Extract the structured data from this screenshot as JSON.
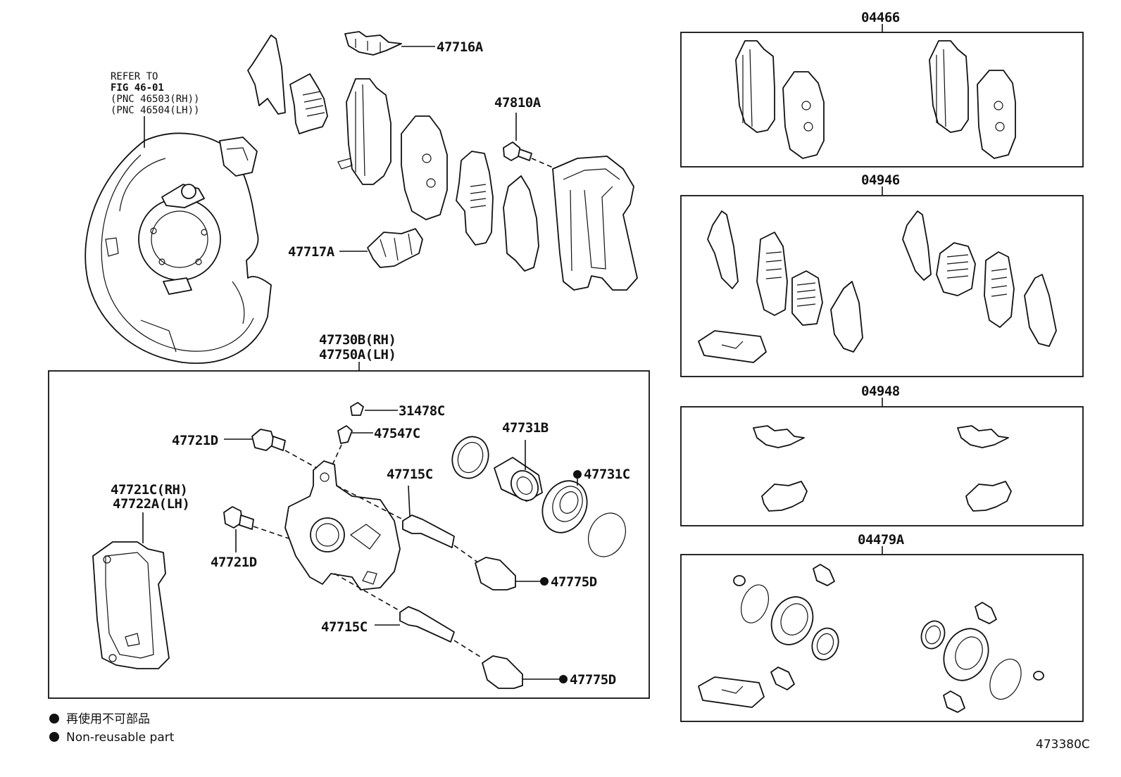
{
  "refer": {
    "line1": "REFER TO",
    "line2": "FIG 46-01",
    "line3": "(PNC 46503(RH))",
    "line4": "(PNC 46504(LH))"
  },
  "labels": {
    "p47716A": "47716A",
    "p47810A": "47810A",
    "p47717A": "47717A",
    "p47730B": "47730B(RH)",
    "p47750A": "47750A(LH)",
    "p31478C": "31478C",
    "p47547C": "47547C",
    "p47721D_top": "47721D",
    "p47731B": "47731B",
    "p47715C_top": "47715C",
    "p47731C": "47731C",
    "p47721C": "47721C(RH)",
    "p47722A": "47722A(LH)",
    "p47721D_bot": "47721D",
    "p47775D_top": "47775D",
    "p47715C_bot": "47715C",
    "p47775D_bot": "47775D"
  },
  "kits": {
    "k04466": "04466",
    "k04946": "04946",
    "k04948": "04948",
    "k04479A": "04479A"
  },
  "legend": {
    "jp": "再使用不可部品",
    "en": "Non-reusable part"
  },
  "diagram_code": "473380C"
}
